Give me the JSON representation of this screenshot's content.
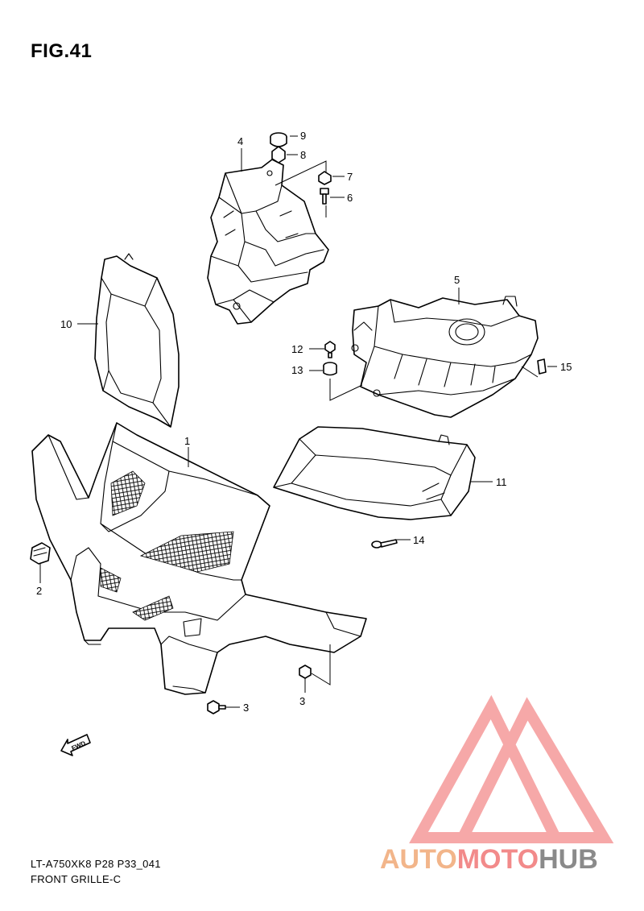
{
  "figure": {
    "title": "FIG.41",
    "model_line": "LT-A750XK8 P28 P33_041",
    "name_line": "FRONT GRILLE-C"
  },
  "callouts": [
    {
      "id": "part-1",
      "label": "1"
    },
    {
      "id": "part-2",
      "label": "2"
    },
    {
      "id": "part-3a",
      "label": "3"
    },
    {
      "id": "part-3b",
      "label": "3"
    },
    {
      "id": "part-4",
      "label": "4"
    },
    {
      "id": "part-5",
      "label": "5"
    },
    {
      "id": "part-6",
      "label": "6"
    },
    {
      "id": "part-7",
      "label": "7"
    },
    {
      "id": "part-8",
      "label": "8"
    },
    {
      "id": "part-9",
      "label": "9"
    },
    {
      "id": "part-10",
      "label": "10"
    },
    {
      "id": "part-11",
      "label": "11"
    },
    {
      "id": "part-12",
      "label": "12"
    },
    {
      "id": "part-13",
      "label": "13"
    },
    {
      "id": "part-14",
      "label": "14"
    },
    {
      "id": "part-15",
      "label": "15"
    }
  ],
  "direction_arrow": {
    "label": "FWD"
  },
  "watermark": {
    "text_parts": [
      "AUTO",
      "MOTO",
      "HUB"
    ],
    "colors": {
      "auto": "#f2b58a",
      "moto": "#f28a8a",
      "hub": "#8a8a8a",
      "logo": "#f59a9a"
    }
  }
}
